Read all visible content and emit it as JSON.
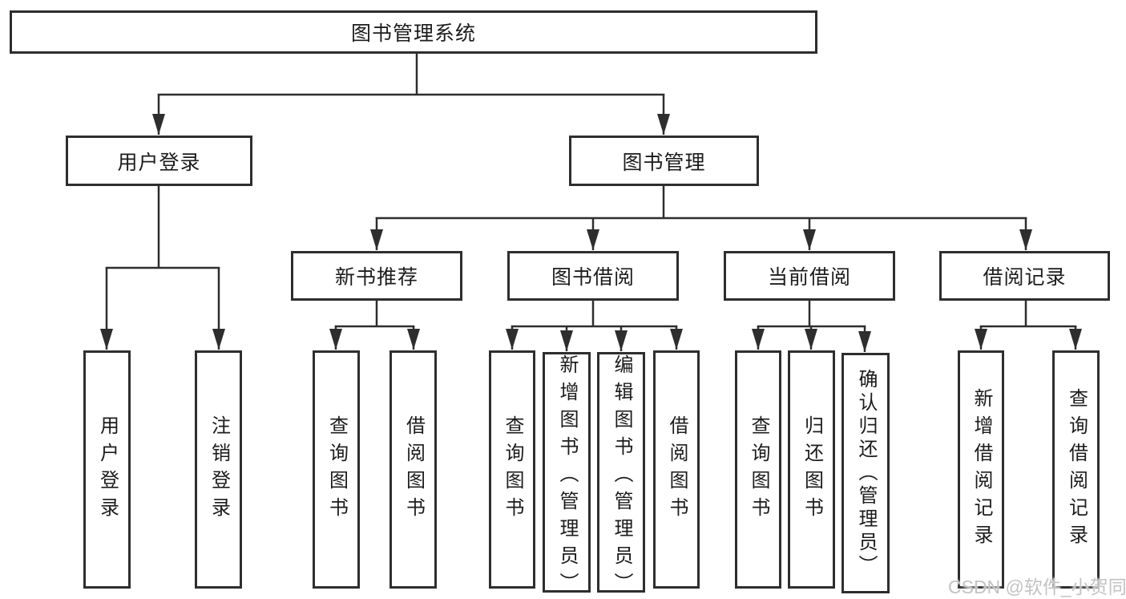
{
  "diagram": {
    "root": {
      "label": "图书管理系统",
      "children": [
        {
          "label": "用户登录",
          "children": [
            {
              "label": "用户登录"
            },
            {
              "label": "注销登录"
            }
          ]
        },
        {
          "label": "图书管理",
          "children": [
            {
              "label": "新书推荐",
              "children": [
                {
                  "label": "查询图书"
                },
                {
                  "label": "借阅图书"
                }
              ]
            },
            {
              "label": "图书借阅",
              "children": [
                {
                  "label": "查询图书"
                },
                {
                  "label": "新增图书（管理员）"
                },
                {
                  "label": "编辑图书（管理员）"
                },
                {
                  "label": "借阅图书"
                }
              ]
            },
            {
              "label": "当前借阅",
              "children": [
                {
                  "label": "查询图书"
                },
                {
                  "label": "归还图书"
                },
                {
                  "label": "确认归还（管理员）"
                }
              ]
            },
            {
              "label": "借阅记录",
              "children": [
                {
                  "label": "新增借阅记录"
                },
                {
                  "label": "查询借阅记录"
                }
              ]
            }
          ]
        }
      ]
    },
    "colors": {
      "line": "#2e2e2e",
      "box_border": "#2e2e2e",
      "text": "#1c1c1c",
      "watermark": "#c3c3c3"
    }
  },
  "watermark": {
    "text": "CSDN @软件_小贺同学"
  }
}
